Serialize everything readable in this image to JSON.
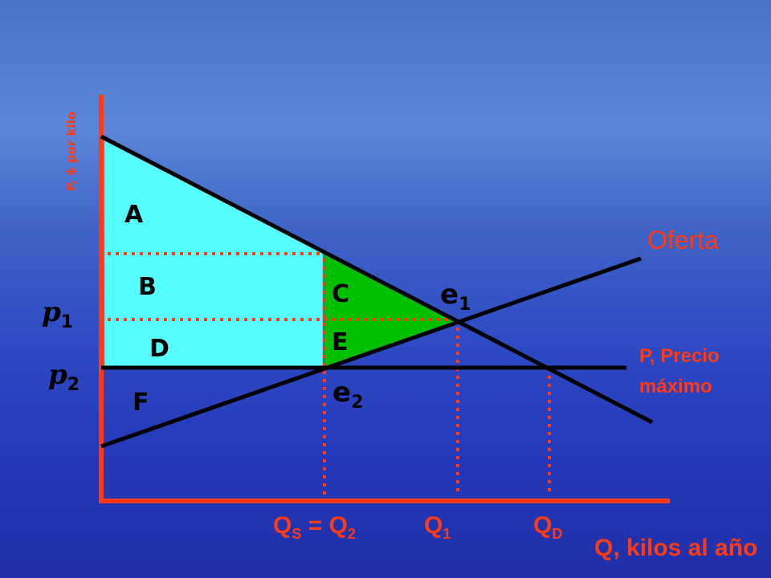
{
  "colors": {
    "axis": "#ff3a14",
    "consumer_surplus_fill": "#55ffff",
    "deadweight_loss_fill": "#00c000",
    "curve": "#000000",
    "label_accent": "#ff3a14"
  },
  "axes": {
    "y_label": "P, $ por kilo",
    "x_label": "Q, kilos al año"
  },
  "curves": {
    "supply_label": "Oferta",
    "ceiling_label_line1": "P, Precio",
    "ceiling_label_line2": "máximo"
  },
  "regions": {
    "a": "A",
    "b": "B",
    "c": "C",
    "d": "D",
    "e": "E",
    "f": "F"
  },
  "points": {
    "e1_base": "e",
    "e1_sub": "1",
    "e2_base": "e",
    "e2_sub": "2"
  },
  "prices": {
    "p1_base": "p",
    "p1_sub": "1",
    "p2_base": "p",
    "p2_sub": "2"
  },
  "quantities": {
    "qs_base": "Q",
    "qs_sub": "S",
    "equals": "= Q",
    "q2_sub": "2",
    "q1_base": "Q",
    "q1_sub": "1",
    "qd_base": "Q",
    "qd_sub": "D"
  }
}
